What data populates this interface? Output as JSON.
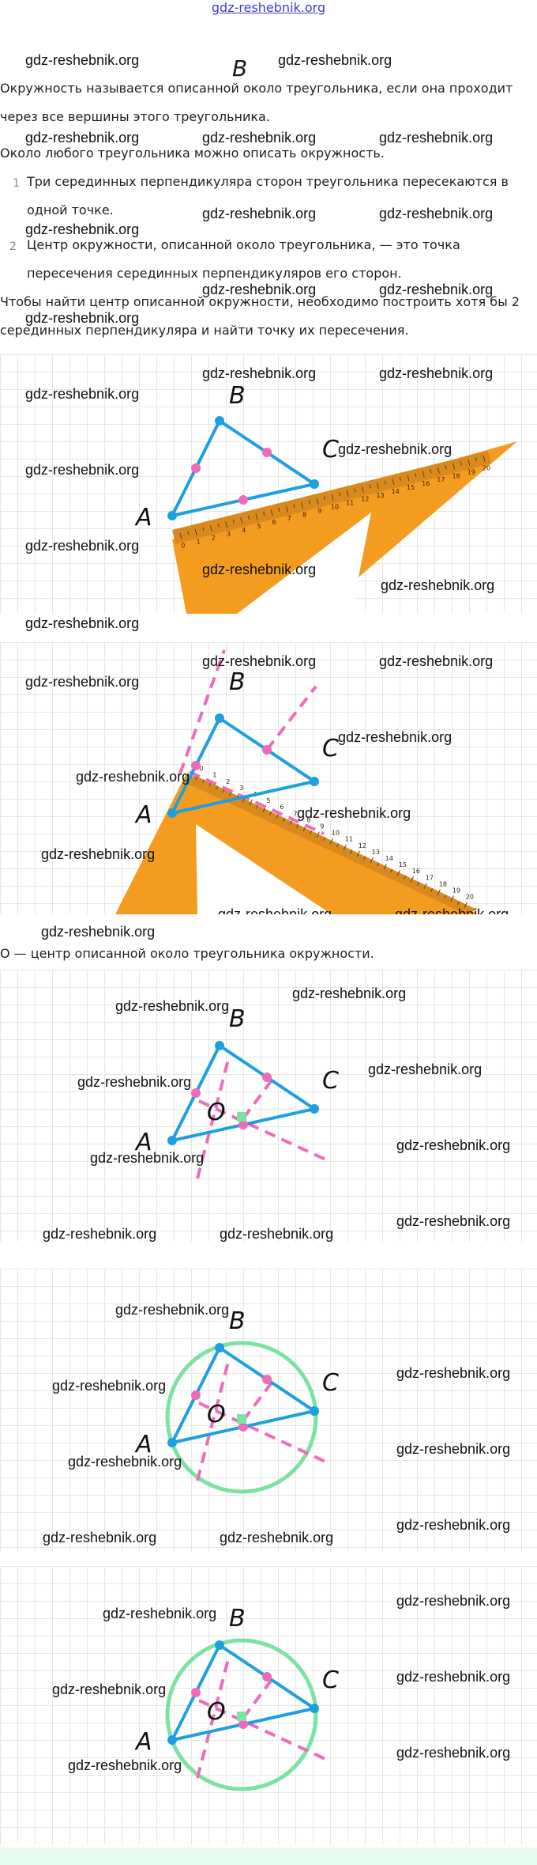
{
  "header": {
    "link_text": "gdz-reshebnik.org"
  },
  "watermark": "gdz-reshebnik.org",
  "text": {
    "def_line1": "Окружность называется описанной около треугольника, если она проходит",
    "def_line2": "через все вершины этого треугольника.",
    "fact": "Около любого треугольника можно описать окружность.",
    "item1_num": "1",
    "item1_line1": "Три серединных перпендикуляра сторон треугольника пересекаются в",
    "item1_line2": "одной точке.",
    "item2_num": "2",
    "item2_line1": "Центр окружности, описанной около треугольника, — это точка",
    "item2_line2": "пересечения серединных перпендикуляров его сторон.",
    "find_line1": "Чтобы найти центр описанной окружности, необходимо построить хотя бы 2",
    "find_line2": "серединных перпендикуляра и найти точку их пересечения.",
    "center_note": "O — центр описанной около треугольника окружности."
  },
  "labels": {
    "A": "A",
    "B": "B",
    "C": "C",
    "O": "O",
    "B_top": "B"
  },
  "ruler_ticks": [
    "0",
    "1",
    "2",
    "3",
    "4",
    "5",
    "6",
    "7",
    "8",
    "9",
    "10",
    "11",
    "12",
    "13",
    "14",
    "15",
    "16",
    "17",
    "18",
    "19",
    "20"
  ],
  "colors": {
    "triangle": "#1e9fe0",
    "midpoint": "#f06aba",
    "perpendicular": "#f06aba",
    "circle": "#7be3a1",
    "center": "#7be3a1",
    "ruler": "#f39c1f",
    "ruler_scale": "#c57a17"
  }
}
